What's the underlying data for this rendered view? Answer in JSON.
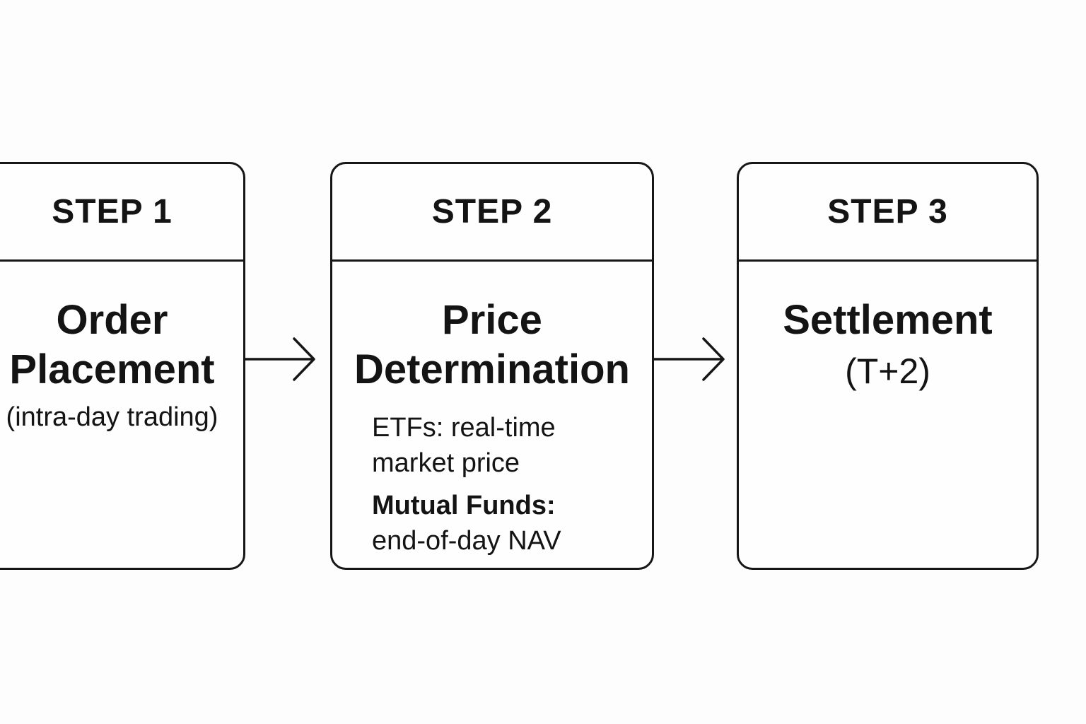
{
  "steps": [
    {
      "header": "STEP 1",
      "title_line1": "Order",
      "title_line2": "Placement",
      "subtitle": "(intra-day trading)"
    },
    {
      "header": "STEP 2",
      "title_line1": "Price",
      "title_line2": "Determination",
      "details": [
        {
          "label": "ETFs: real-time",
          "value": "market price"
        },
        {
          "label": "Mutual Funds:",
          "value": "end-of-day NAV"
        }
      ]
    },
    {
      "header": "STEP 3",
      "title_line1": "Settlement",
      "subtitle": "(T+2)"
    }
  ],
  "colors": {
    "stroke": "#161616",
    "background": "#fdfdfd"
  },
  "icons": [
    "arrow-right-icon",
    "arrow-right-icon"
  ]
}
